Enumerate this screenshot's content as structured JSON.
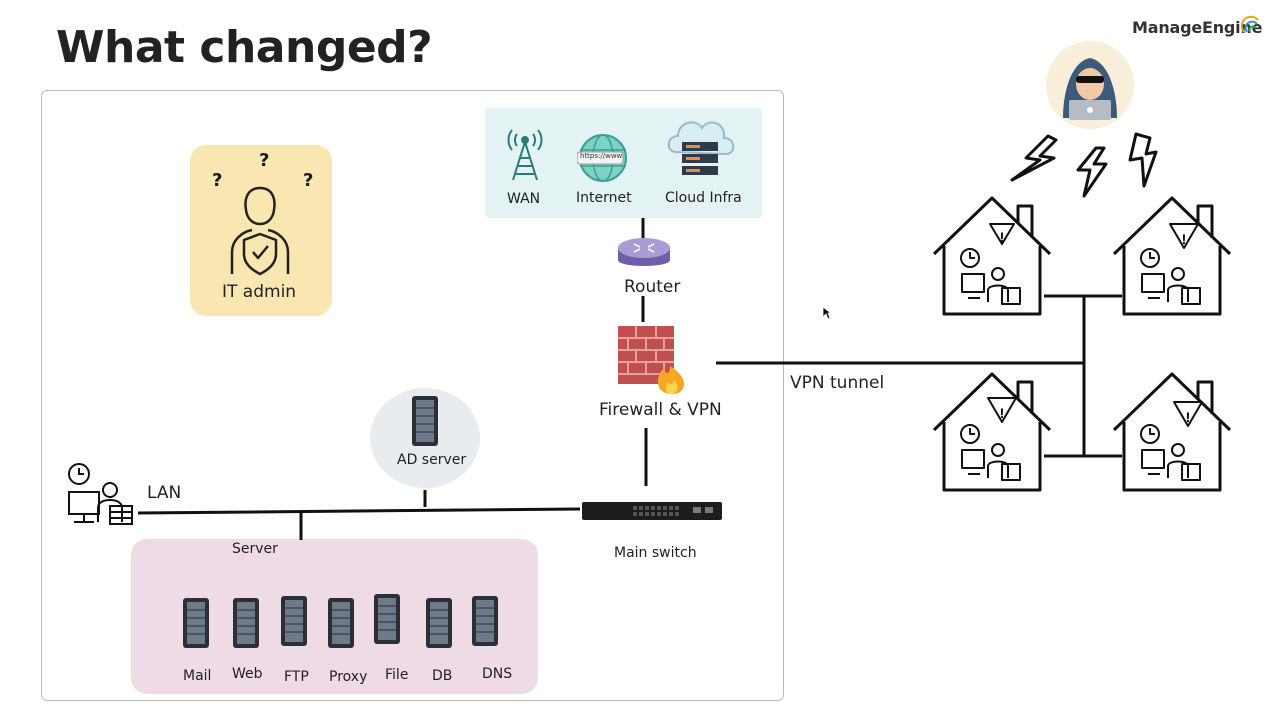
{
  "slide": {
    "title": "What changed?",
    "brand": "ManageEngine"
  },
  "it_admin": {
    "label": "IT admin",
    "question_marks": [
      "?",
      "?",
      "?"
    ]
  },
  "cloud": {
    "items": [
      {
        "label": "WAN"
      },
      {
        "label": "Internet",
        "url_text": "https://www"
      },
      {
        "label": "Cloud Infra"
      }
    ]
  },
  "network": {
    "router": "Router",
    "firewall": "Firewall & VPN",
    "vpn_tunnel": "VPN tunnel",
    "main_switch": "Main switch",
    "ad_server": "AD server",
    "lan": "LAN"
  },
  "servers": {
    "title": "Server",
    "items": [
      "Mail",
      "Web",
      "FTP",
      "Proxy",
      "File",
      "DB",
      "DNS"
    ]
  },
  "colors": {
    "it_box": "#f9e6b0",
    "cloud_box": "#e3f3f3",
    "server_box": "#efdbe5",
    "ad_circle": "#e9ecef",
    "firewall": "#c0504d",
    "router": "#8e7cc3"
  }
}
